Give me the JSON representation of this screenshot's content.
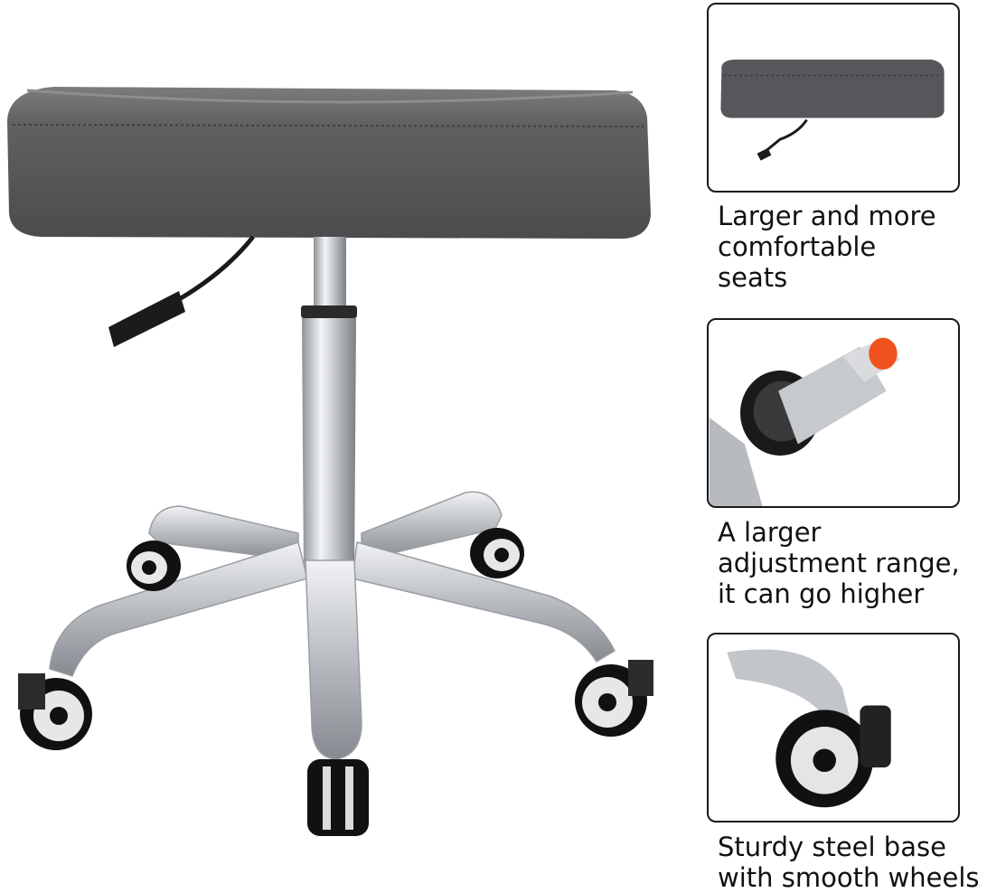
{
  "features": [
    {
      "lines": [
        "Larger and more",
        "comfortable",
        "seats"
      ]
    },
    {
      "lines": [
        "A larger",
        "adjustment range,",
        "it can go higher"
      ]
    },
    {
      "lines": [
        "Sturdy steel base",
        "with smooth wheels"
      ]
    }
  ],
  "colors": {
    "seat": "#5f6163",
    "chrome": "#c9ccd0",
    "wheel": "#111111",
    "plug": "#f0521d"
  }
}
